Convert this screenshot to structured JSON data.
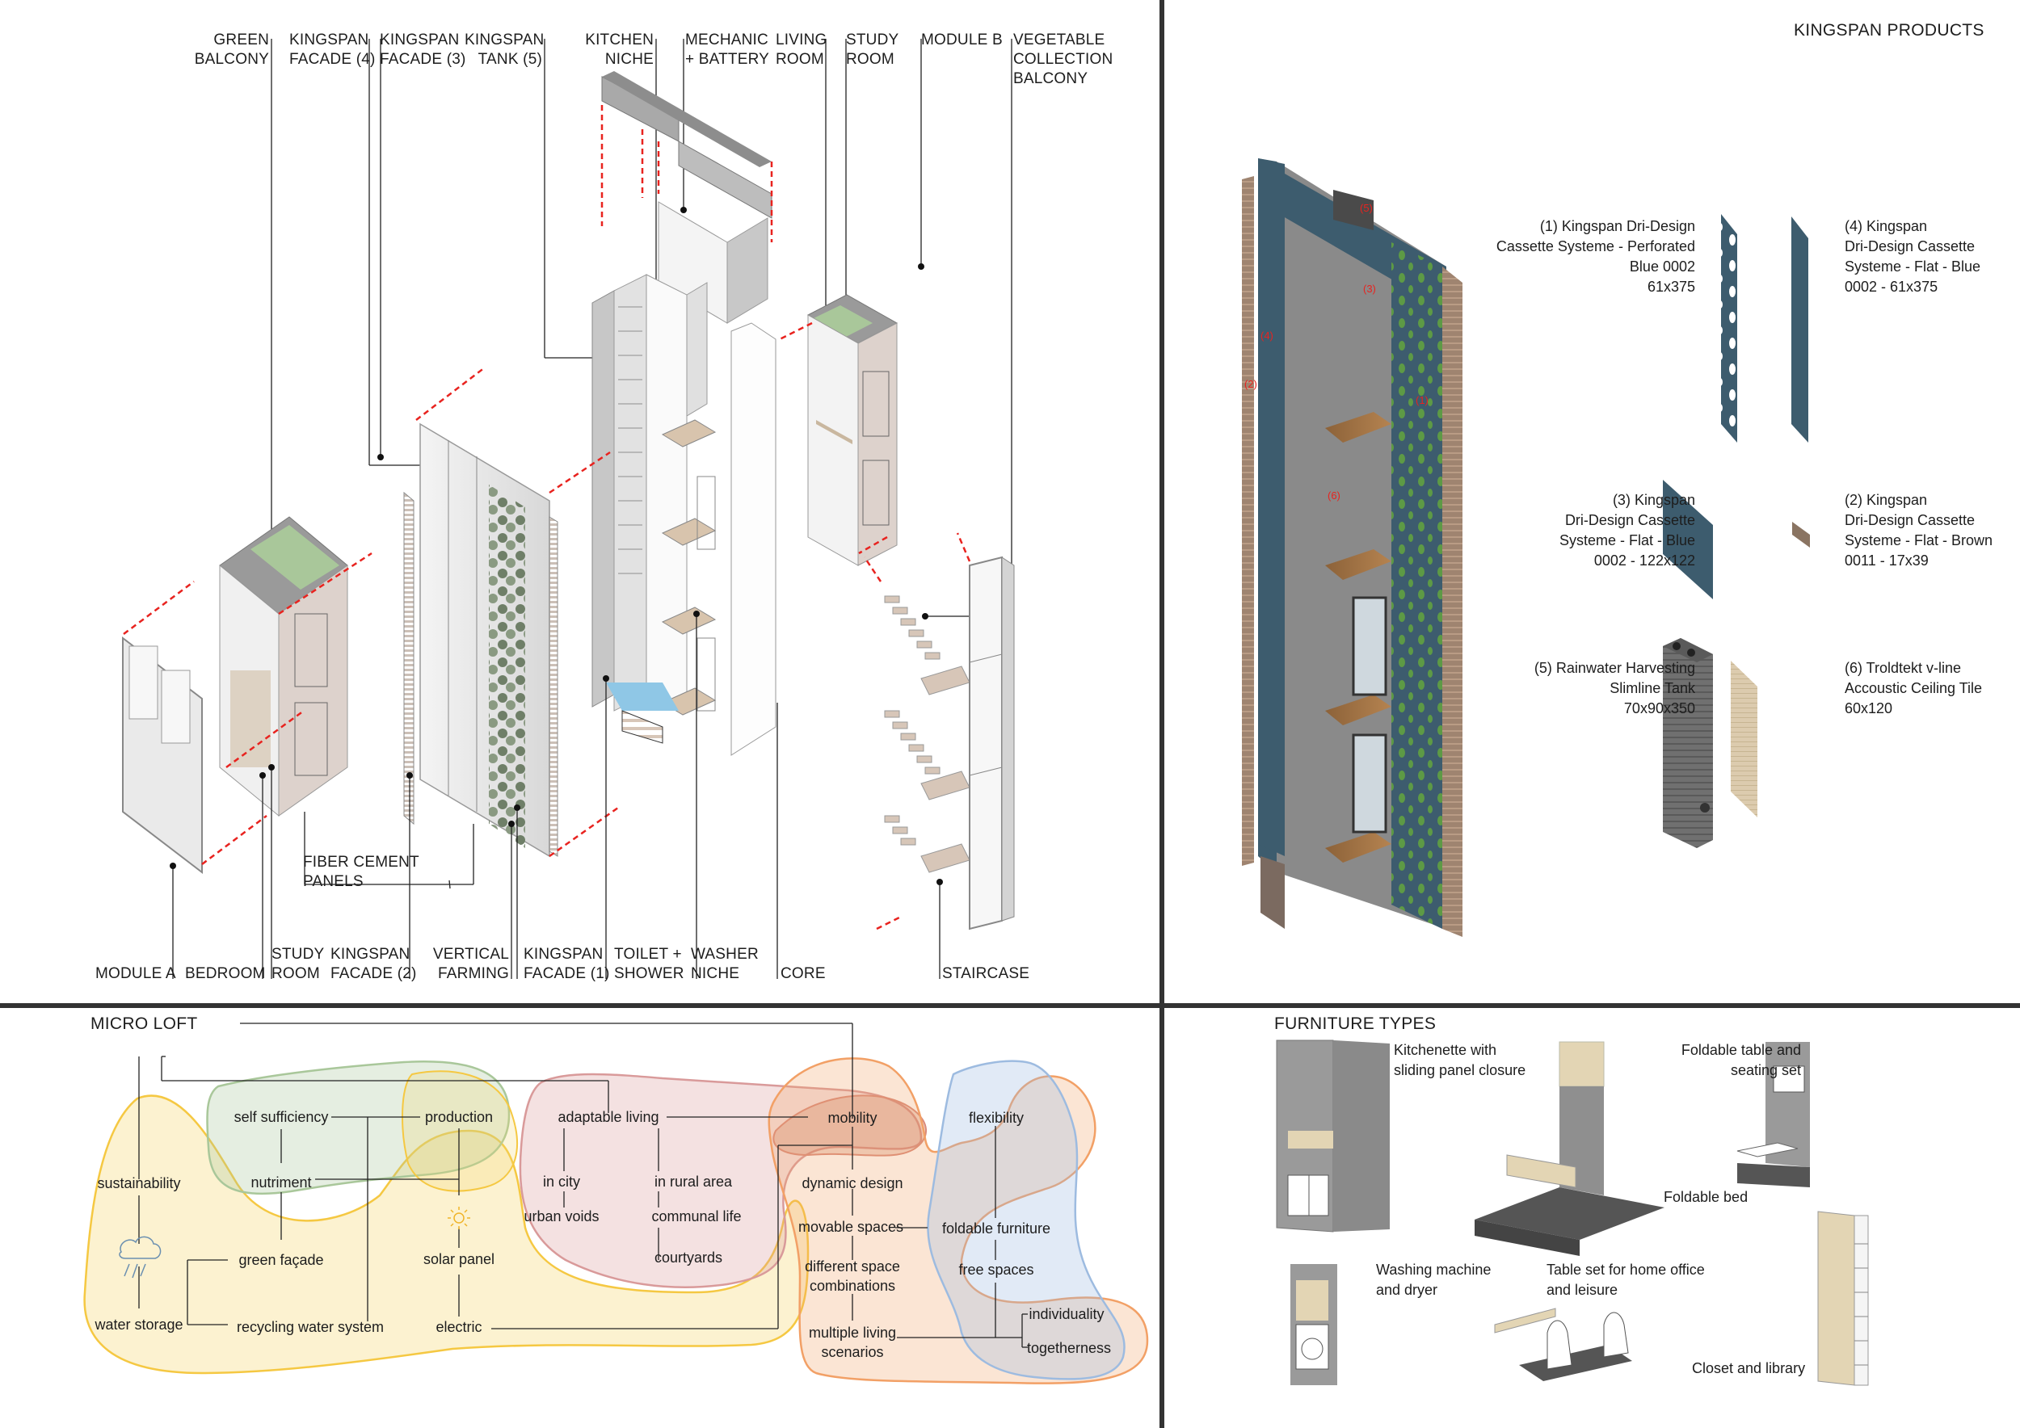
{
  "axonometric": {
    "top_labels": [
      {
        "id": "green-balcony",
        "lines": [
          "GREEN",
          "BALCONY"
        ],
        "align": "right"
      },
      {
        "id": "kingspan-facade-4",
        "lines": [
          "KINGSPAN",
          "FACADE (4)"
        ],
        "align": "left"
      },
      {
        "id": "kingspan-facade-3",
        "lines": [
          "KINGSPAN",
          "FACADE (3)"
        ],
        "align": "left"
      },
      {
        "id": "kingspan-tank-5",
        "lines": [
          "KINGSPAN",
          "TANK (5)"
        ],
        "align": "right"
      },
      {
        "id": "kitchen-niche",
        "lines": [
          "KITCHEN",
          "NICHE"
        ],
        "align": "right"
      },
      {
        "id": "mechanic-battery",
        "lines": [
          "MECHANIC",
          "+ BATTERY"
        ],
        "align": "left"
      },
      {
        "id": "living-room",
        "lines": [
          "LIVING",
          "ROOM"
        ],
        "align": "left"
      },
      {
        "id": "study-room-b",
        "lines": [
          "STUDY",
          "ROOM"
        ],
        "align": "left"
      },
      {
        "id": "module-b",
        "lines": [
          "MODULE B"
        ],
        "align": "left"
      },
      {
        "id": "vegetable-collection-balcony",
        "lines": [
          "VEGETABLE",
          "COLLECTION",
          "BALCONY"
        ],
        "align": "left"
      }
    ],
    "bottom_labels": [
      {
        "id": "module-a",
        "lines": [
          "MODULE A"
        ]
      },
      {
        "id": "bedroom",
        "lines": [
          "BEDROOM"
        ]
      },
      {
        "id": "study-room-a",
        "lines": [
          "STUDY",
          "ROOM"
        ]
      },
      {
        "id": "kingspan-facade-2",
        "lines": [
          "KINGSPAN",
          "FACADE (2)"
        ]
      },
      {
        "id": "vertical-farming",
        "lines": [
          "VERTICAL",
          "FARMING"
        ]
      },
      {
        "id": "kingspan-facade-1",
        "lines": [
          "KINGSPAN",
          "FACADE (1)"
        ]
      },
      {
        "id": "toilet-shower",
        "lines": [
          "TOILET +",
          "SHOWER"
        ]
      },
      {
        "id": "washer-niche",
        "lines": [
          "WASHER",
          "NICHE"
        ]
      },
      {
        "id": "core",
        "lines": [
          "CORE"
        ]
      },
      {
        "id": "staircase",
        "lines": [
          "STAIRCASE"
        ]
      }
    ],
    "fiber_cement": [
      "FIBER CEMENT",
      "PANELS"
    ]
  },
  "kingspan_products": {
    "title": "KINGSPAN PRODUCTS",
    "callout_numbers": [
      "(1)",
      "(2)",
      "(3)",
      "(4)",
      "(5)",
      "(6)"
    ],
    "items": [
      {
        "id": "p1",
        "lines": [
          "(1) Kingspan Dri-Design",
          "Cassette Systeme - Perforated",
          "Blue 0002",
          "61x375"
        ]
      },
      {
        "id": "p4",
        "lines": [
          "(4) Kingspan",
          "Dri-Design Cassette",
          "Systeme - Flat - Blue",
          "0002 - 61x375"
        ]
      },
      {
        "id": "p3",
        "lines": [
          "(3) Kingspan",
          "Dri-Design Cassette",
          "Systeme - Flat - Blue",
          "0002 - 122x122"
        ]
      },
      {
        "id": "p2",
        "lines": [
          "(2) Kingspan",
          "Dri-Design Cassette",
          "Systeme - Flat - Brown",
          "0011 - 17x39"
        ]
      },
      {
        "id": "p5",
        "lines": [
          "(5) Rainwater Harvesting",
          "Slimline Tank",
          "70x90x350"
        ]
      },
      {
        "id": "p6",
        "lines": [
          "(6) Troldtekt v-line",
          "Accoustic Ceiling Tile",
          "60x120"
        ]
      }
    ],
    "colors": {
      "blue_panel": "#3d5c6e",
      "brown_panel": "#8a7462",
      "tile": "#d9c9ad",
      "tank": "#6e6e6e"
    }
  },
  "micro_loft": {
    "title": "MICRO LOFT",
    "nodes": {
      "self_sufficiency": "self sufficiency",
      "production": "production",
      "sustainability": "sustainability",
      "nutriment": "nutriment",
      "green_facade": "green façade",
      "solar_panel": "solar panel",
      "water_storage": "water storage",
      "recycling_water_system": "recycling water system",
      "electric": "electric",
      "adaptable_living": "adaptable living",
      "in_city": "in city",
      "urban_voids": "urban voids",
      "in_rural_area": "in rural area",
      "communal_life": "communal life",
      "courtyards": "courtyards",
      "mobility": "mobility",
      "dynamic_design": "dynamic design",
      "movable_spaces": "movable spaces",
      "different_space_combinations": "different space combinations",
      "different_space_line1": "different space",
      "different_space_line2": "combinations",
      "multiple_living_line1": "multiple living",
      "multiple_living_line2": "scenarios",
      "flexibility": "flexibility",
      "foldable_furniture": "foldable furniture",
      "free_spaces": "free spaces",
      "individuality": "individuality",
      "togetherness": "togetherness"
    },
    "colors": {
      "yellow": "#f5d76e",
      "green": "#a9c79a",
      "red": "#d99a9a",
      "orange": "#f2a066",
      "blue": "#9dbbe0"
    }
  },
  "furniture_types": {
    "title": "FURNITURE TYPES",
    "items": {
      "kitchenette": [
        "Kitchenette with",
        "sliding panel closure"
      ],
      "foldable_table": [
        "Foldable table and",
        "seating set"
      ],
      "foldable_bed": [
        "Foldable bed"
      ],
      "washing_machine": [
        "Washing machine",
        "and dryer"
      ],
      "table_set": [
        "Table set for home office",
        "and leisure"
      ],
      "closet": [
        "Closet and library"
      ]
    },
    "colors": {
      "wood": "#e3d5b4",
      "grey": "#8f8f8f",
      "dark": "#555555"
    }
  }
}
